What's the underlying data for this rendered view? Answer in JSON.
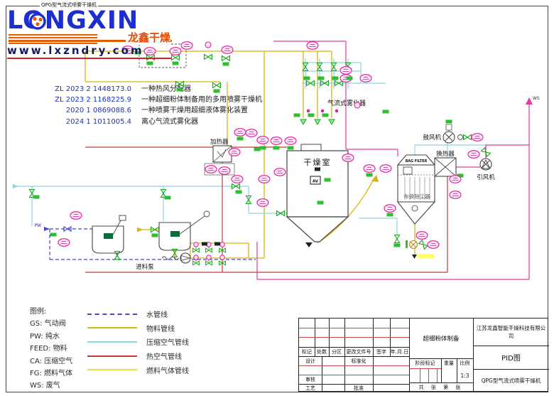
{
  "doc": {
    "top_label": "QPG型气流式喷雾干燥机"
  },
  "logo": {
    "brand": "LONGXIN",
    "brand_cn": "龙鑫干燥",
    "website": "www.lxzndry.com"
  },
  "patents": [
    {
      "no": "ZL 2023 2 1448173.0",
      "desc": "一种热风分配器"
    },
    {
      "no": "ZL 2023 2 1168225.9",
      "desc": "一种超细粉体制备用的多用喷雾干燥机"
    },
    {
      "no": "2020 1 0869088.6",
      "desc": "一种喷雾干燥用超细液体雾化装置"
    },
    {
      "no": "2024 1 1011005.4",
      "desc": "离心气流式雾化器"
    }
  ],
  "legend": {
    "title": "图例:",
    "abbreviations": [
      "GS: 气动阀",
      "PW: 纯水",
      "FEED: 物料",
      "CA: 压缩空气",
      "FG: 燃料气体",
      "WS: 废气"
    ],
    "lines": [
      {
        "label": "水管线",
        "color": "#4646c8",
        "style": "dashed"
      },
      {
        "label": "物料管线",
        "color": "#d9b40e",
        "style": "solid"
      },
      {
        "label": "压缩空气管线",
        "color": "#8fd4e4",
        "style": "solid"
      },
      {
        "label": "热空气管线",
        "color": "#c03a3a",
        "style": "solid"
      },
      {
        "label": "燃料气体管线",
        "color": "#e8e23a",
        "style": "solid"
      }
    ]
  },
  "equipment": {
    "heater": "加热器",
    "drying_chamber": "干燥室",
    "atomizer": "气流式雾化器",
    "bag_filter_en": "BAG FILTER",
    "bag_filter": "布袋除尘器",
    "heat_exchanger": "换热器",
    "blower": "鼓风机",
    "induced_draft_fan": "引风机",
    "feed_pump": "进料泵",
    "av_marker": "AV"
  },
  "flows": {
    "pw": "PW",
    "ws": "WS"
  },
  "titleblock": {
    "company": "江苏龙鑫智能干燥科技有限公司",
    "project": "超细粉体制备",
    "drawing_type": "PID图",
    "machine": "QPG型气流式喷雾干燥机",
    "scale_value": "1:3",
    "rev_headers": [
      "标记",
      "处数",
      "分区",
      "更改文件号",
      "签字",
      "年.月.日"
    ],
    "design": "设计",
    "standardization": "标准化",
    "review": "审核",
    "process": "工艺",
    "approve": "批准",
    "stage_mark": "阶段标记",
    "weight": "重量",
    "scale": "比例",
    "sheet_note": "共  张  第  张"
  }
}
